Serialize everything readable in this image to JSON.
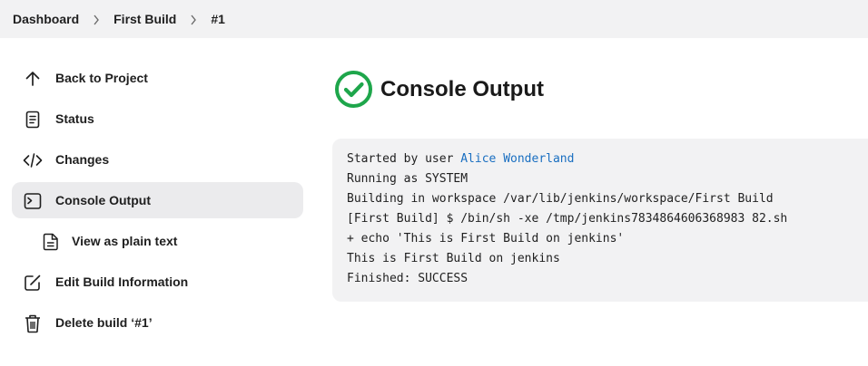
{
  "breadcrumb": {
    "items": [
      "Dashboard",
      "First Build",
      "#1"
    ]
  },
  "sidebar": {
    "items": [
      {
        "label": "Back to Project",
        "icon": "arrow-up-icon"
      },
      {
        "label": "Status",
        "icon": "document-icon"
      },
      {
        "label": "Changes",
        "icon": "code-icon"
      },
      {
        "label": "Console Output",
        "icon": "terminal-icon",
        "active": true
      },
      {
        "label": "View as plain text",
        "icon": "file-text-icon"
      },
      {
        "label": "Edit Build Information",
        "icon": "edit-icon"
      },
      {
        "label": "Delete build ‘#1’",
        "icon": "trash-icon"
      }
    ]
  },
  "main": {
    "title": "Console Output",
    "status_color": "#1ea64b",
    "console": {
      "started_prefix": "Started by user ",
      "user_link": "Alice Wonderland",
      "lines": [
        "Running as SYSTEM",
        "Building in workspace /var/lib/jenkins/workspace/First Build",
        "[First Build] $ /bin/sh -xe /tmp/jenkins7834864606368983 82.sh",
        "+ echo 'This is First Build on jenkins'",
        "This is First Build on jenkins",
        "Finished: SUCCESS"
      ]
    }
  },
  "colors": {
    "link": "#1a6fc1",
    "success": "#1ea64b",
    "panel_bg": "#f2f2f3"
  }
}
